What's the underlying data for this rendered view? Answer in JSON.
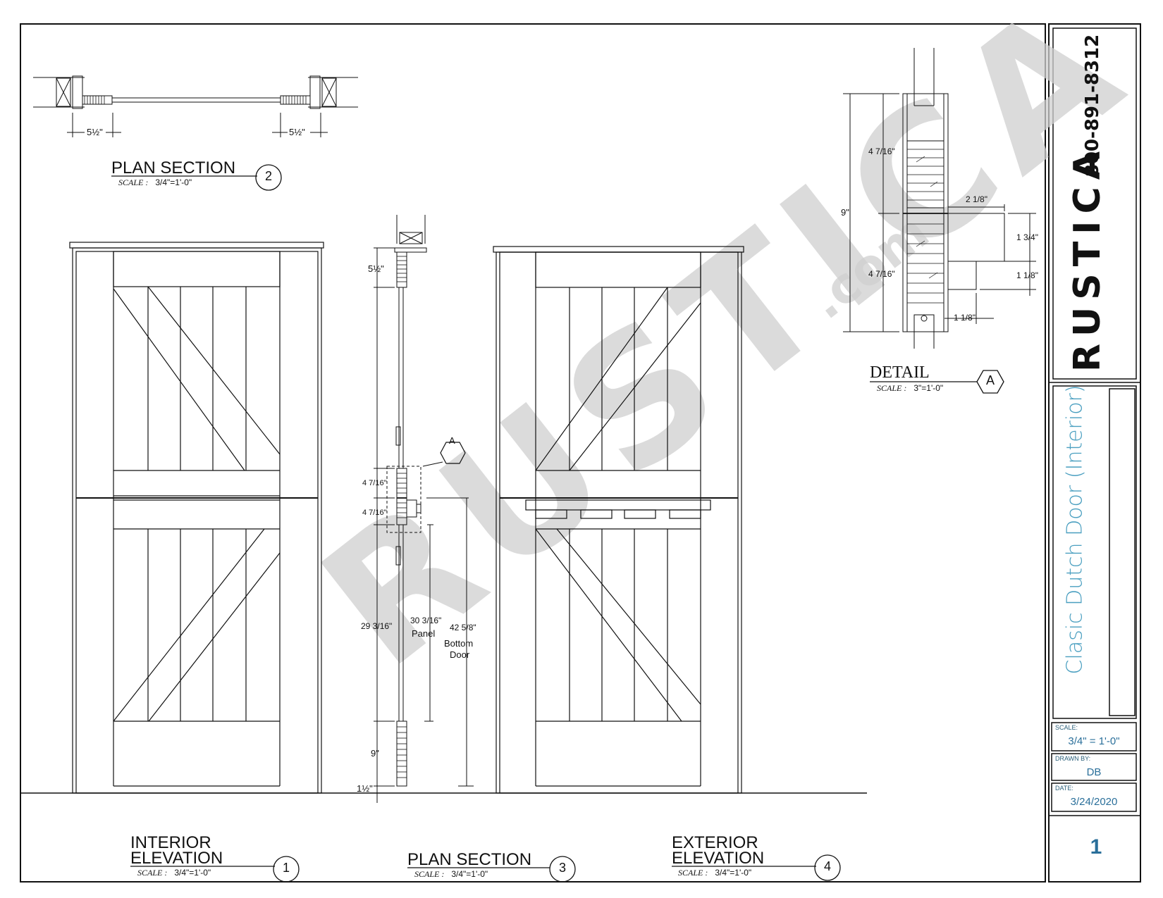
{
  "watermark": {
    "text": "RUSTICA",
    "suffix": ".com"
  },
  "views": {
    "plan_section_top": {
      "title": "PLAN SECTION",
      "scale_label": "SCALE :",
      "scale_value": "3/4\"=1'-0\"",
      "number": "2",
      "dims": [
        "5½\"",
        "5½\""
      ]
    },
    "interior_elevation": {
      "title_line1": "INTERIOR",
      "title_line2": "ELEVATION",
      "scale_label": "SCALE :",
      "scale_value": "3/4\"=1'-0\"",
      "number": "1"
    },
    "plan_section_side": {
      "title": "PLAN SECTION",
      "scale_label": "SCALE :",
      "scale_value": "3/4\"=1'-0\"",
      "number": "3",
      "dims": {
        "top": "5½\"",
        "upper_rail": "4 7/16\"",
        "lower_rail": "4 7/16\"",
        "panel_left": "29 3/16\"",
        "panel": "30 3/16\"",
        "panel_word": "Panel",
        "bottom_door": "42 5/8\"",
        "bottom_door_word1": "Bottom",
        "bottom_door_word2": "Door",
        "bottom_rail": "9\"",
        "bottom": "1½\""
      },
      "detail_ref": "A"
    },
    "exterior_elevation": {
      "title_line1": "EXTERIOR",
      "title_line2": "ELEVATION",
      "scale_label": "SCALE :",
      "scale_value": "3/4\"=1'-0\"",
      "number": "4"
    },
    "detail": {
      "title": "DETAIL",
      "scale_label": "SCALE :",
      "scale_value": "3\"=1'-0\"",
      "ref": "A",
      "dims": {
        "upper": "4 7/16\"",
        "total": "9\"",
        "lower": "4 7/16\"",
        "ledge_width": "2 1/8\"",
        "ledge_h1": "1 3/4\"",
        "ledge_h2": "1 1/8\"",
        "bottom": "1 1/8\""
      }
    }
  },
  "title_block": {
    "phone": "800-891-8312",
    "brand": "RUSTICA",
    "drawing_title": "Clasic Dutch Door (Interior)",
    "scale_label": "SCALE:",
    "scale_value": "3/4\" = 1'-0\"",
    "drawn_by_label": "DRAWN BY:",
    "drawn_by_value": "DB",
    "date_label": "DATE:",
    "date_value": "3/24/2020",
    "sheet_number": "1"
  }
}
